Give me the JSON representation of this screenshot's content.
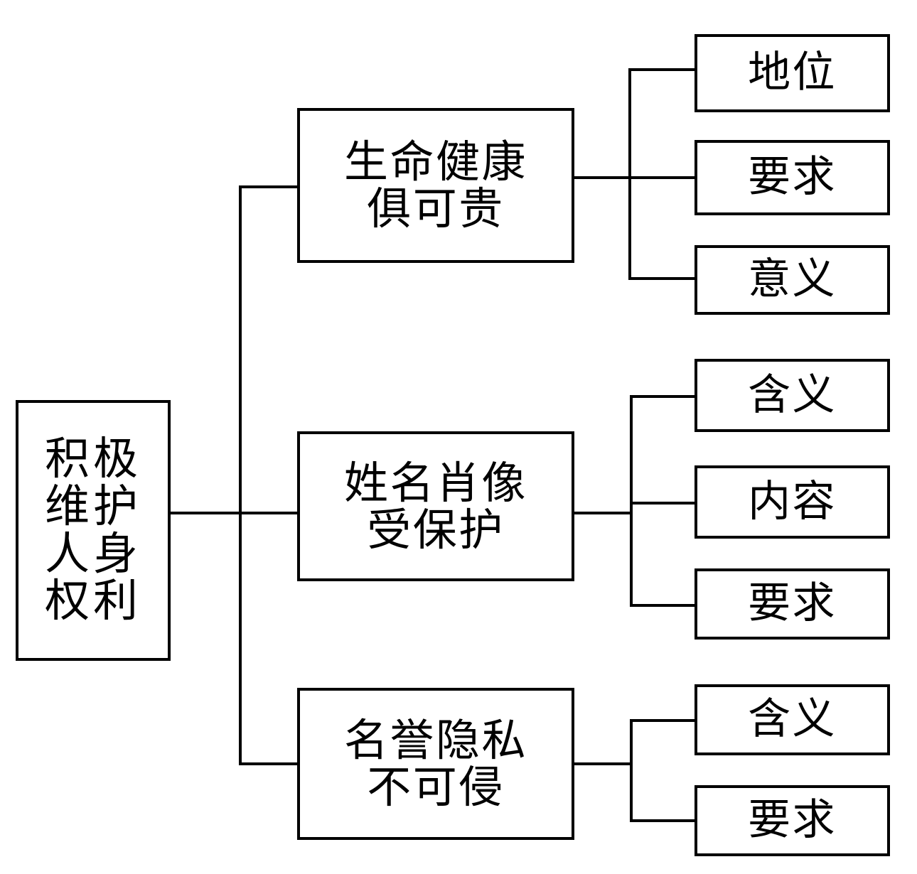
{
  "diagram": {
    "type": "tree",
    "title": "积极维护人身权利",
    "orientation": "left-to-right",
    "colors": {
      "stroke": "#000000",
      "fill": "#ffffff",
      "text": "#000000"
    },
    "root": {
      "id": "root",
      "lines": [
        "积极",
        "维护",
        "人身",
        "权利"
      ],
      "text": "积极维护人身权利"
    },
    "branches": [
      {
        "id": "branch-1",
        "lines": [
          "生命健康",
          "俱可贵"
        ],
        "text": "生命健康俱可贵",
        "children": [
          {
            "id": "leaf-1-1",
            "text": "地位"
          },
          {
            "id": "leaf-1-2",
            "text": "要求"
          },
          {
            "id": "leaf-1-3",
            "text": "意义"
          }
        ]
      },
      {
        "id": "branch-2",
        "lines": [
          "姓名肖像",
          "受保护"
        ],
        "text": "姓名肖像受保护",
        "children": [
          {
            "id": "leaf-2-1",
            "text": "含义"
          },
          {
            "id": "leaf-2-2",
            "text": "内容"
          },
          {
            "id": "leaf-2-3",
            "text": "要求"
          }
        ]
      },
      {
        "id": "branch-3",
        "lines": [
          "名誉隐私",
          "不可侵"
        ],
        "text": "名誉隐私不可侵",
        "children": [
          {
            "id": "leaf-3-1",
            "text": "含义"
          },
          {
            "id": "leaf-3-2",
            "text": "要求"
          }
        ]
      }
    ]
  }
}
